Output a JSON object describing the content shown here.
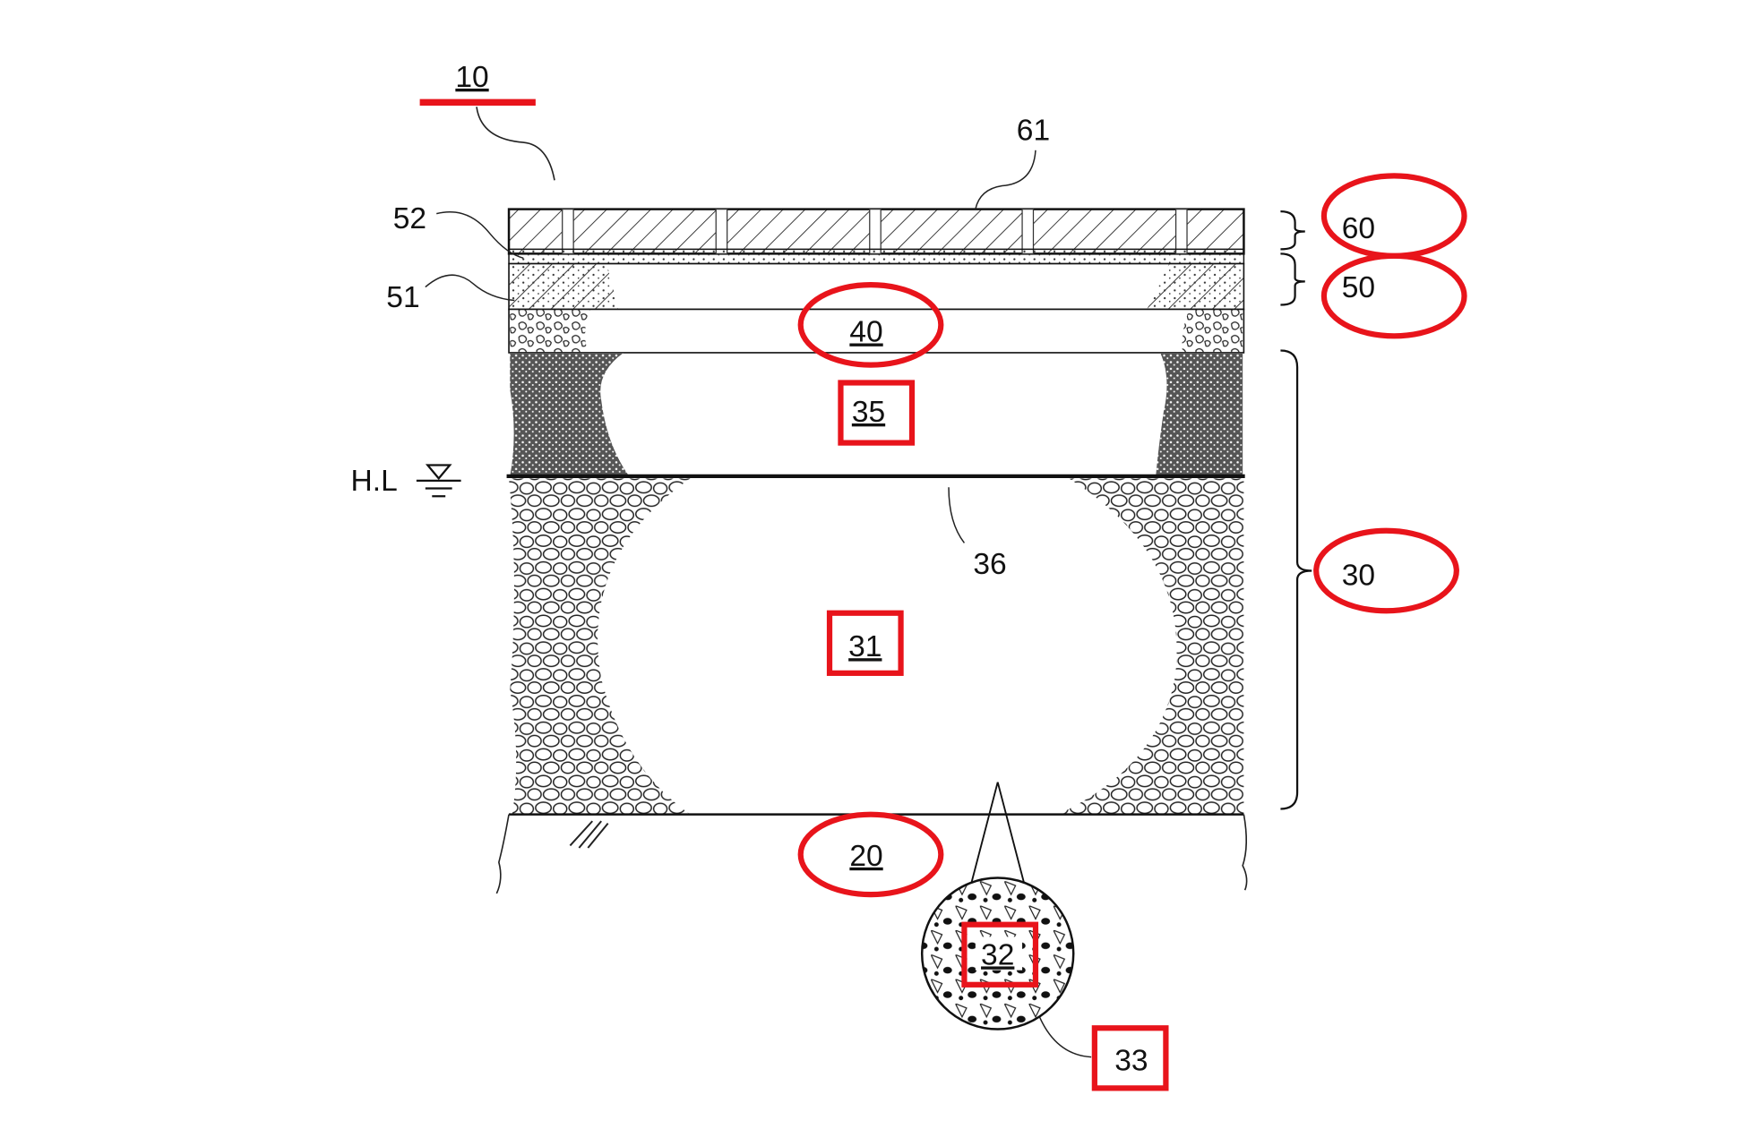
{
  "figure": {
    "labels": {
      "device": "10",
      "paver_joint": "61",
      "bedding_52": "52",
      "layer_51": "51",
      "paving_layer": "60",
      "base_layer": "50",
      "filter_layer": "40",
      "upper_storage": "35",
      "water_level": "H.L",
      "boundary_36": "36",
      "storage_layer": "30",
      "lower_storage": "31",
      "subgrade": "20",
      "aggregate": "32",
      "coating": "33"
    },
    "annotation_color": "#e8141b",
    "line_color": "#111111"
  }
}
